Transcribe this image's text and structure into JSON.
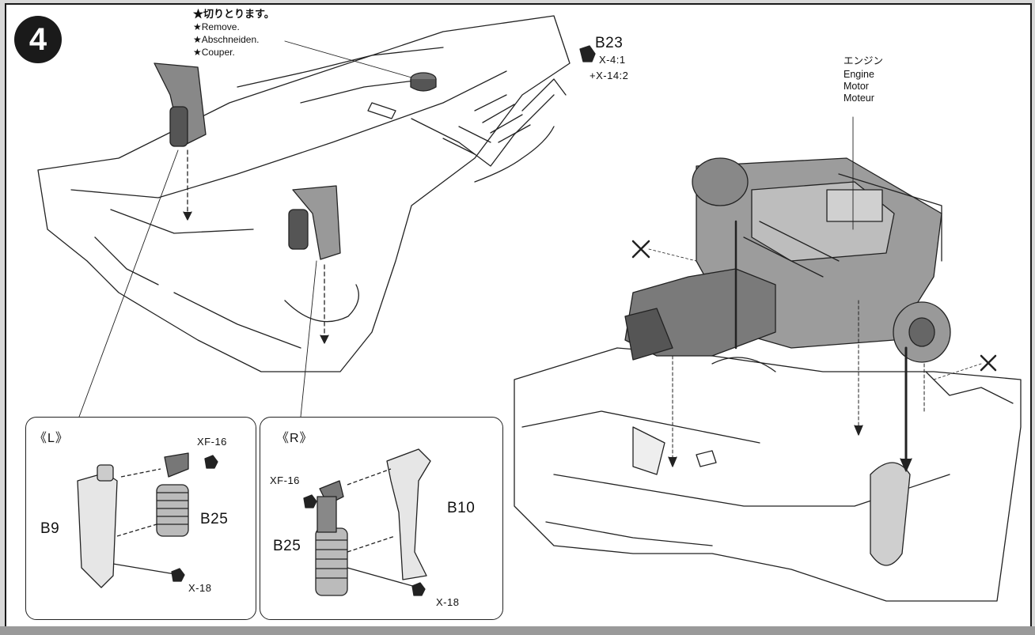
{
  "step": {
    "number": "4"
  },
  "notes": {
    "jp": "★切りとります。",
    "en": "★Remove.",
    "de": "★Abschneiden.",
    "fr": "★Couper."
  },
  "parts": {
    "b23": {
      "label": "B23",
      "screw_a": "X-4:1",
      "screw_b": "+X-14:2"
    },
    "b9": "B9",
    "b10": "B10",
    "b25_left": "B25",
    "b25_right": "B25",
    "paint_left": "XF-16",
    "paint_right": "XF-16",
    "screw_left": "X-18",
    "screw_right": "X-18"
  },
  "engine": {
    "jp": "エンジン",
    "en": "Engine",
    "de": "Motor",
    "fr": "Moteur"
  },
  "insets": {
    "left_title": "《L》",
    "right_title": "《R》"
  }
}
